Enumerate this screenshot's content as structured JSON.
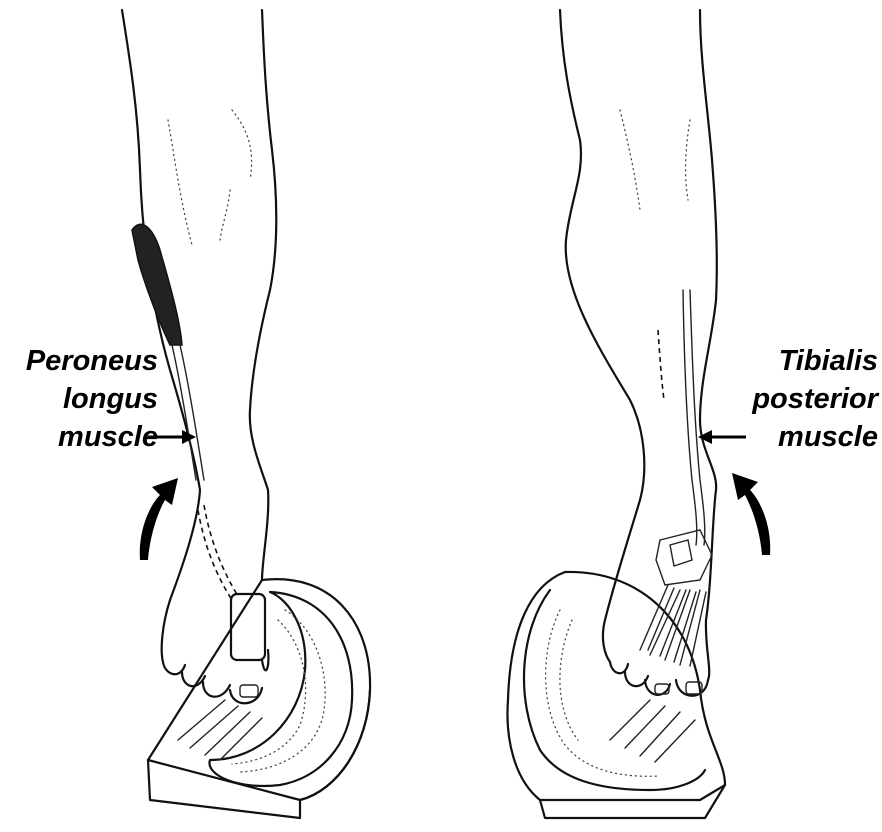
{
  "figures": [
    {
      "id": "left",
      "label_lines": [
        "Peroneus",
        "longus",
        "muscle"
      ]
    },
    {
      "id": "right",
      "label_lines": [
        "Tibialis",
        "posterior",
        "muscle"
      ]
    }
  ],
  "colors": {
    "ink": "#111111",
    "background": "#ffffff"
  }
}
